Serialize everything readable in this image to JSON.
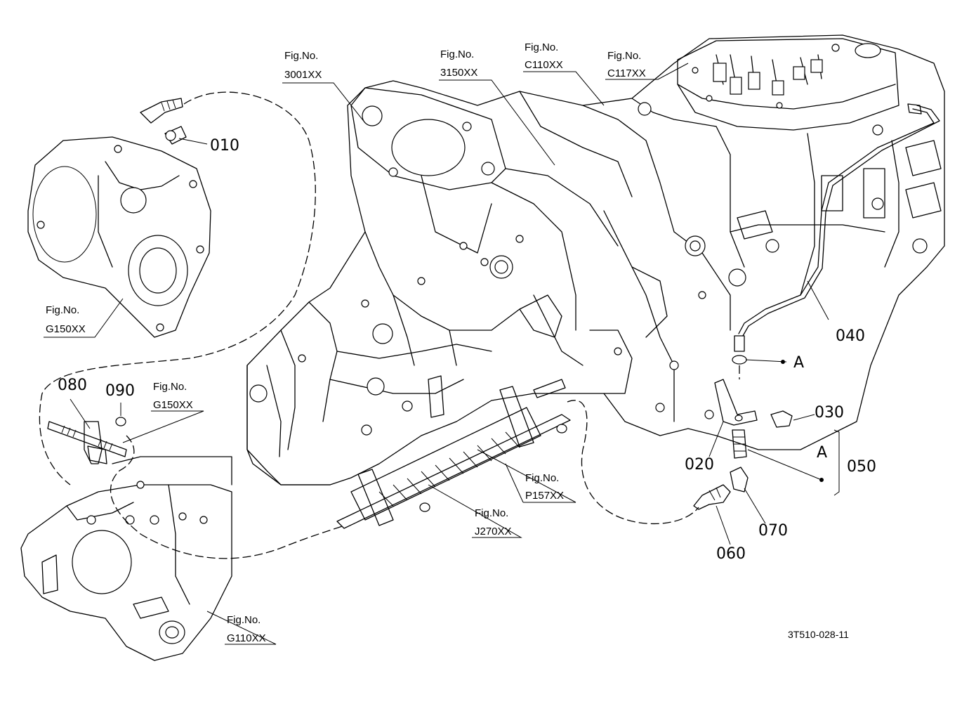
{
  "fig_label": "Fig.No.",
  "fig_refs": {
    "f3001": "3001XX",
    "f3150": "3150XX",
    "fc110": "C110XX",
    "fc117": "C117XX",
    "fg150_top": "G150XX",
    "fg150_mid": "G150XX",
    "fp157": "P157XX",
    "fj270": "J270XX",
    "fg110": "G110XX"
  },
  "parts": {
    "p010": "010",
    "p020": "020",
    "p030": "030",
    "p040": "040",
    "p050": "050",
    "p060": "060",
    "p070": "070",
    "p080": "080",
    "p090": "090"
  },
  "markers": {
    "a_point": "A",
    "a_group": "A"
  },
  "drawing_code": "3T510-028-11"
}
